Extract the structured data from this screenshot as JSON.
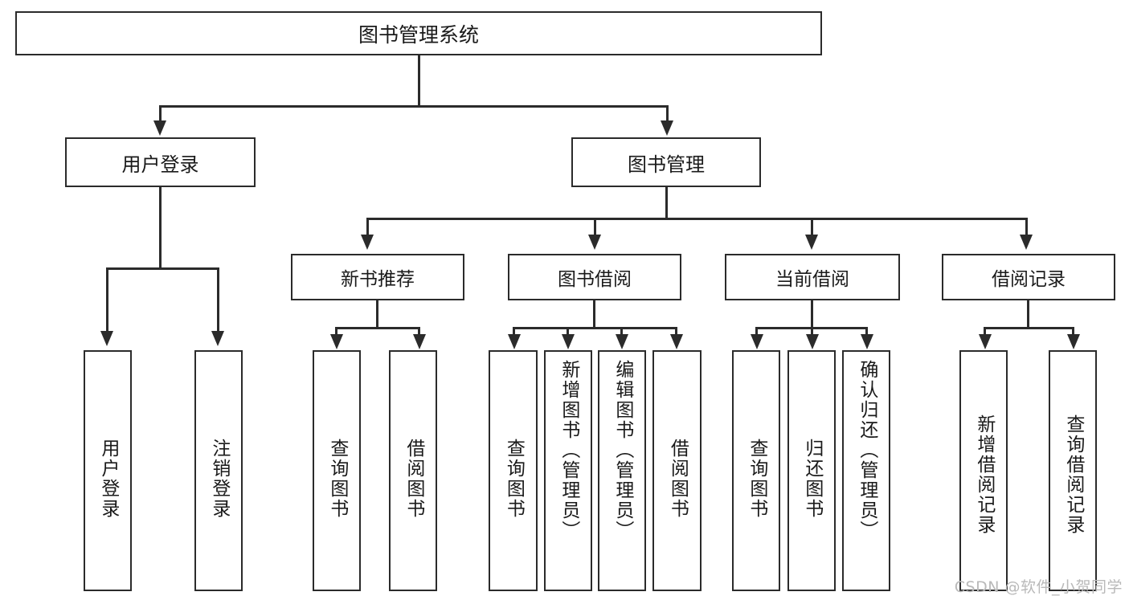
{
  "diagram": {
    "type": "tree-hierarchy-functional-decomposition",
    "root": {
      "label": "图书管理系统"
    },
    "level1": [
      {
        "id": "user-login",
        "label": "用户登录"
      },
      {
        "id": "book-management",
        "label": "图书管理"
      }
    ],
    "level2": [
      {
        "id": "new-book-recommend",
        "label": "新书推荐",
        "parent": "book-management"
      },
      {
        "id": "book-borrow",
        "label": "图书借阅",
        "parent": "book-management"
      },
      {
        "id": "current-borrow",
        "label": "当前借阅",
        "parent": "book-management"
      },
      {
        "id": "borrow-record",
        "label": "借阅记录",
        "parent": "book-management"
      }
    ],
    "leaves": {
      "user_login": [
        {
          "id": "leaf-user-login",
          "label": "用户登录"
        },
        {
          "id": "leaf-logout",
          "label": "注销登录"
        }
      ],
      "new_book_recommend": [
        {
          "id": "leaf-query-book-1",
          "label": "查询图书"
        },
        {
          "id": "leaf-borrow-book-1",
          "label": "借阅图书"
        }
      ],
      "book_borrow": [
        {
          "id": "leaf-query-book-2",
          "label": "查询图书"
        },
        {
          "id": "leaf-add-book",
          "label": "新增图书（管理员）"
        },
        {
          "id": "leaf-edit-book",
          "label": "编辑图书（管理员）"
        },
        {
          "id": "leaf-borrow-book-2",
          "label": "借阅图书"
        }
      ],
      "current_borrow": [
        {
          "id": "leaf-query-book-3",
          "label": "查询图书"
        },
        {
          "id": "leaf-return-book",
          "label": "归还图书"
        },
        {
          "id": "leaf-confirm-return",
          "label": "确认归还（管理员）"
        }
      ],
      "borrow_record": [
        {
          "id": "leaf-add-record",
          "label": "新增借阅记录"
        },
        {
          "id": "leaf-query-record",
          "label": "查询借阅记录"
        }
      ]
    }
  },
  "watermark": {
    "text": "CSDN @软件_小贺同学"
  },
  "colors": {
    "stroke": "#2b2b2b",
    "fill": "#ffffff",
    "text": "#1a1a1a",
    "watermark": "#b9b9b9"
  }
}
